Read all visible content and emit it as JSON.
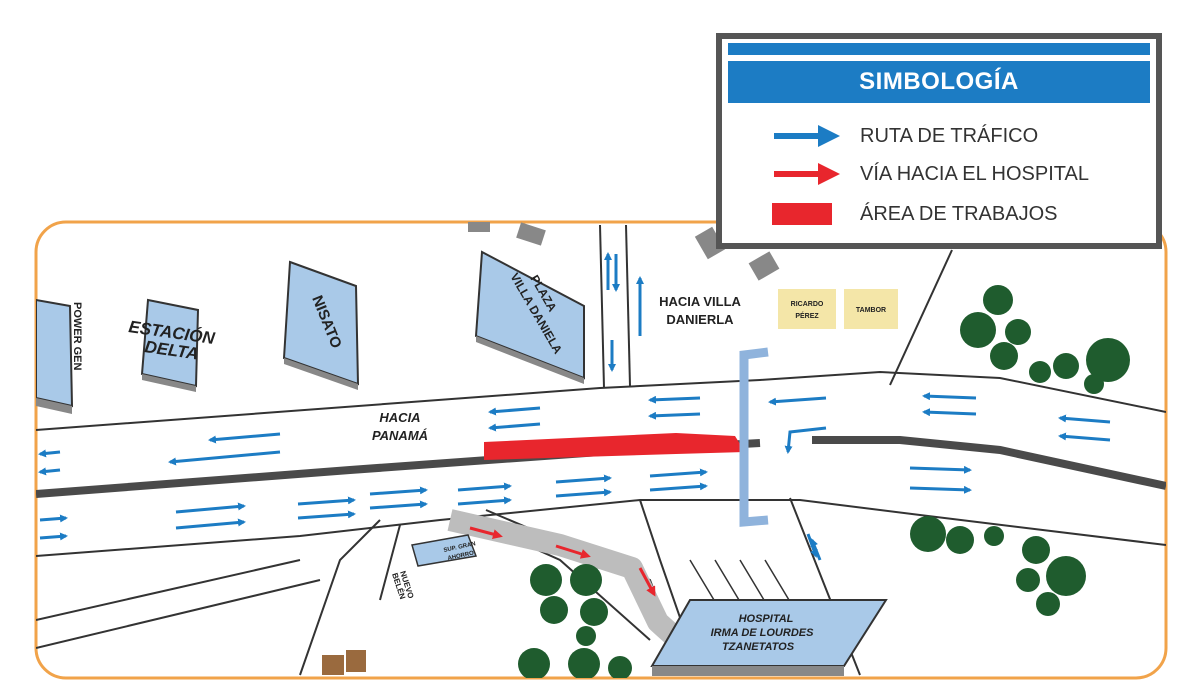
{
  "legend": {
    "title": "SIMBOLOGÍA",
    "items": [
      {
        "label": "RUTA DE TRÁFICO",
        "symbol": "arrow",
        "color": "#1c7cc4"
      },
      {
        "label": "VÍA HACIA EL HOSPITAL",
        "symbol": "arrow",
        "color": "#e8262d"
      },
      {
        "label": "ÁREA DE TRABAJOS",
        "symbol": "area",
        "color": "#e8262d"
      }
    ]
  },
  "labels": {
    "power_gen": "POWER GEN",
    "estacion_line1": "ESTACIÓN",
    "estacion_line2": "DELTA",
    "nisato": "NISATO",
    "plaza_line1": "PLAZA",
    "plaza_line2": "VILLA DANIELA",
    "hacia_villa_line1": "HACIA VILLA",
    "hacia_villa_line2": "DANIERLA",
    "ricardo_line1": "RICARDO",
    "ricardo_line2": "PÉREZ",
    "tambor": "TAMBOR",
    "hacia_panama_line1": "HACIA",
    "hacia_panama_line2": "PANAMÁ",
    "super_line1": "SUP. GRAN",
    "super_line2": "AHORRO",
    "nuevo_line1": "NUEVO",
    "nuevo_line2": "BELÉN",
    "hospital_line1": "HOSPITAL",
    "hospital_line2": "IRMA DE LOURDES",
    "hospital_line3": "TZANETATOS"
  },
  "colors": {
    "border": "#f1a34a",
    "traffic": "#1c7cc4",
    "hospital_route": "#e8262d",
    "work_area": "#e8262d",
    "building": "#a9c9e8",
    "tree": "#1f5c2e",
    "label_box": "#f4e6a8"
  }
}
